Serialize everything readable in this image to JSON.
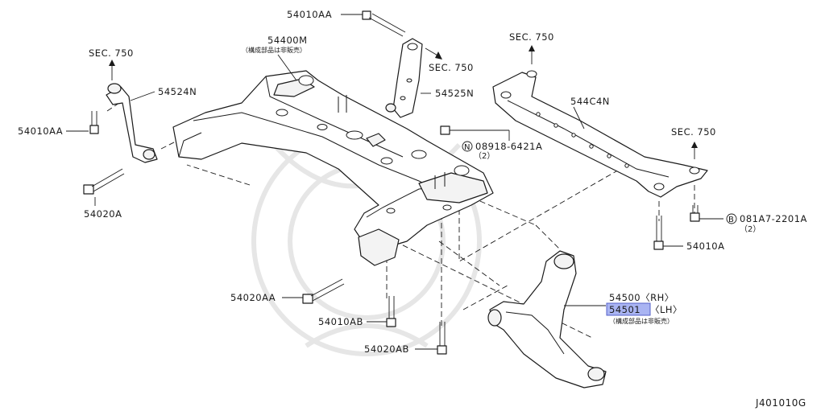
{
  "callouts": {
    "p54010AA_top": "54010AA",
    "p54400M": "54400M",
    "p54400M_note": "（構成部品は非販売）",
    "sec750_a": "SEC. 750",
    "sec750_b": "SEC. 750",
    "sec750_c": "SEC. 750",
    "sec750_d": "SEC. 750",
    "p54524N": "54524N",
    "p54525N": "54525N",
    "p54010AA_left": "54010AA",
    "p54020A": "54020A",
    "p08918": "08918-6421A",
    "p08918_qty": "（2）",
    "p08918_prefix": "N",
    "p544C4N": "544C4N",
    "p081A7": "081A7-2201A",
    "p081A7_qty": "（2）",
    "p081A7_prefix": "B",
    "p54010A": "54010A",
    "p54020AA": "54020AA",
    "p54010AB": "54010AB",
    "p54020AB": "54020AB",
    "p54500": "54500〈RH〉",
    "p54501": "54501",
    "p54501_side": "〈LH〉",
    "p54500_note": "（構成部品は非販売）"
  },
  "diagram_code": "J401010G",
  "colors": {
    "highlight": "#a9b4f2",
    "line": "#1a1a1a",
    "watermark": "#e6e6e6"
  }
}
